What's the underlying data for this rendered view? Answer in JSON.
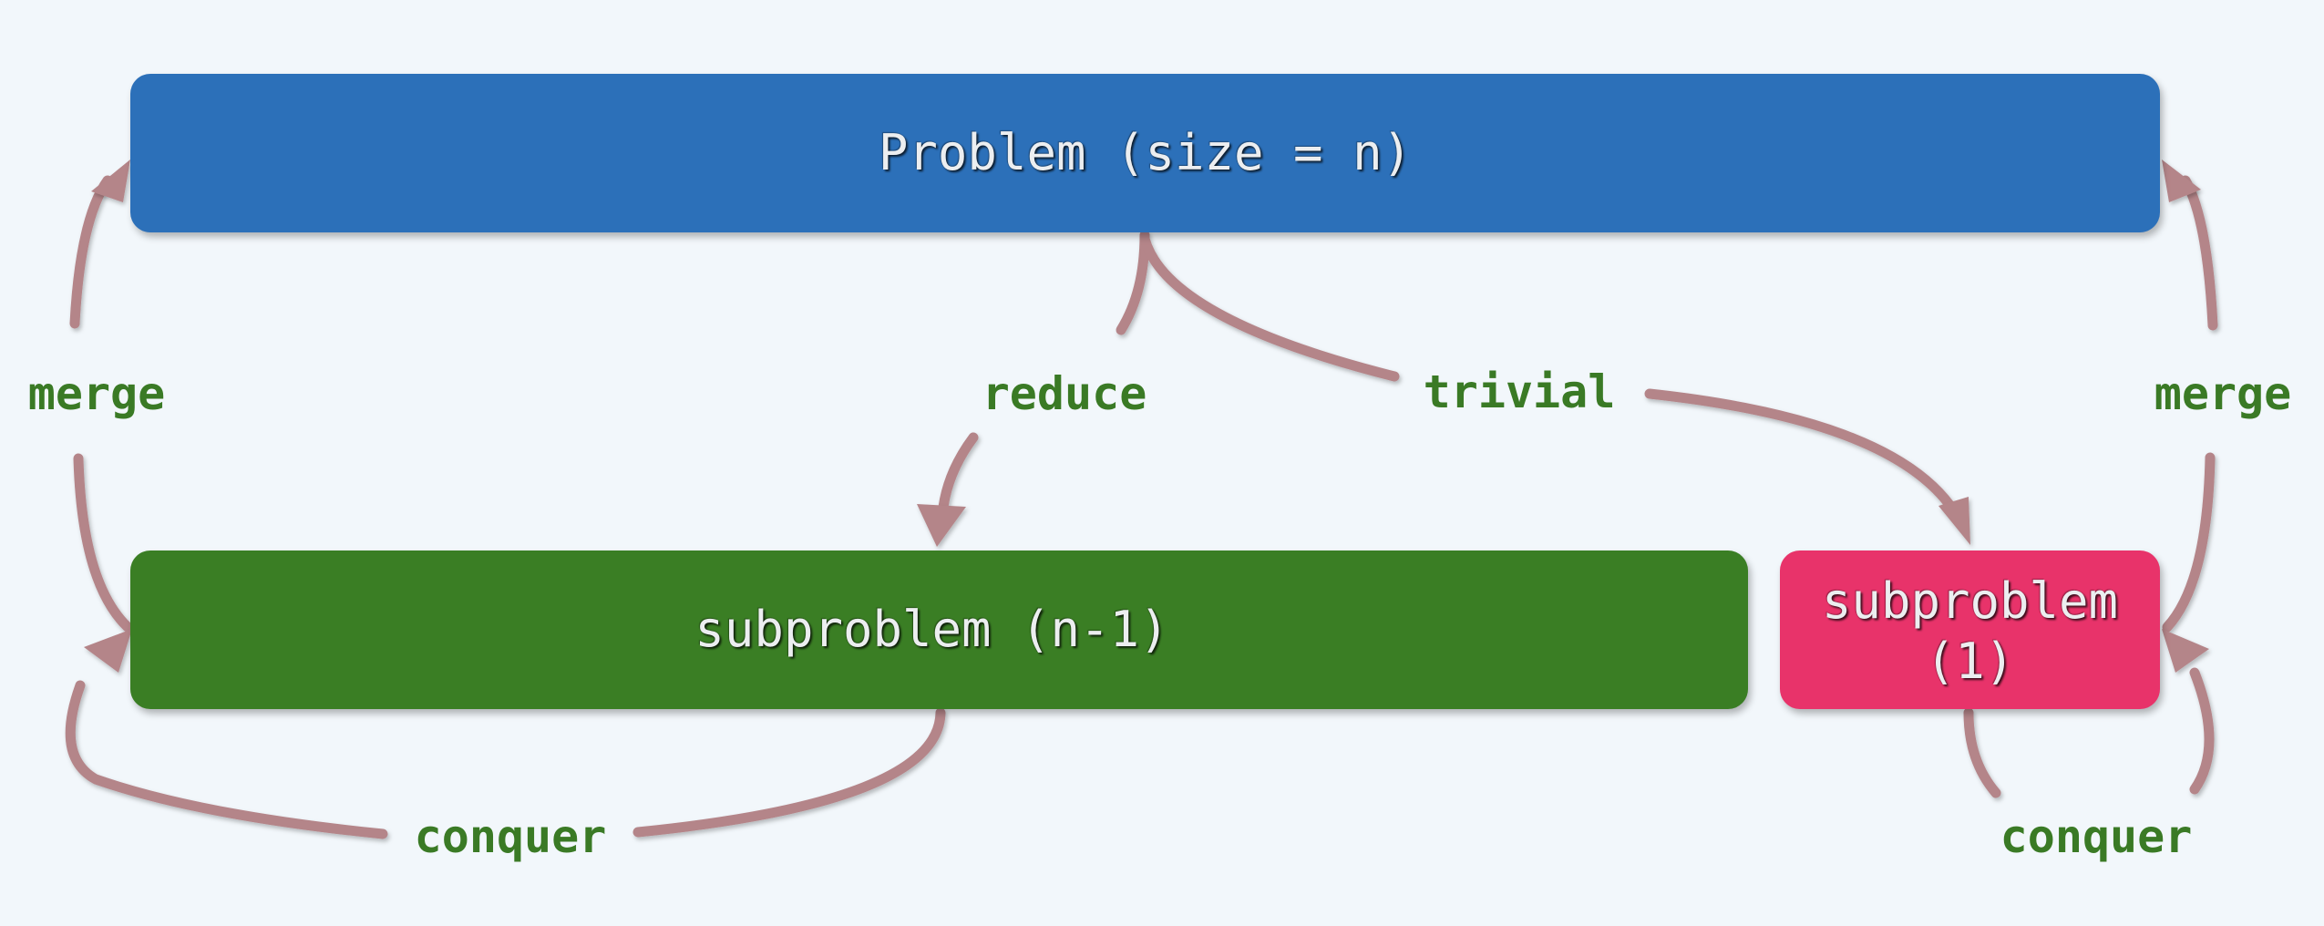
{
  "nodes": {
    "problem": "Problem (size = n)",
    "subproblem_n1": "subproblem (n-1)",
    "subproblem_1_line1": "subproblem",
    "subproblem_1_line2": "(1)"
  },
  "edge_labels": {
    "merge_left": "merge",
    "reduce": "reduce",
    "trivial": "trivial",
    "merge_right": "merge",
    "conquer_left": "conquer",
    "conquer_right": "conquer"
  },
  "colors": {
    "background": "#f2f7fb",
    "problem_box": "#2c70b9",
    "subproblem_n1_box": "#3a7e24",
    "subproblem_1_box": "#e8336a",
    "arrow": "#b48589",
    "label_text": "#3a7a25",
    "box_text": "#eceef0"
  }
}
